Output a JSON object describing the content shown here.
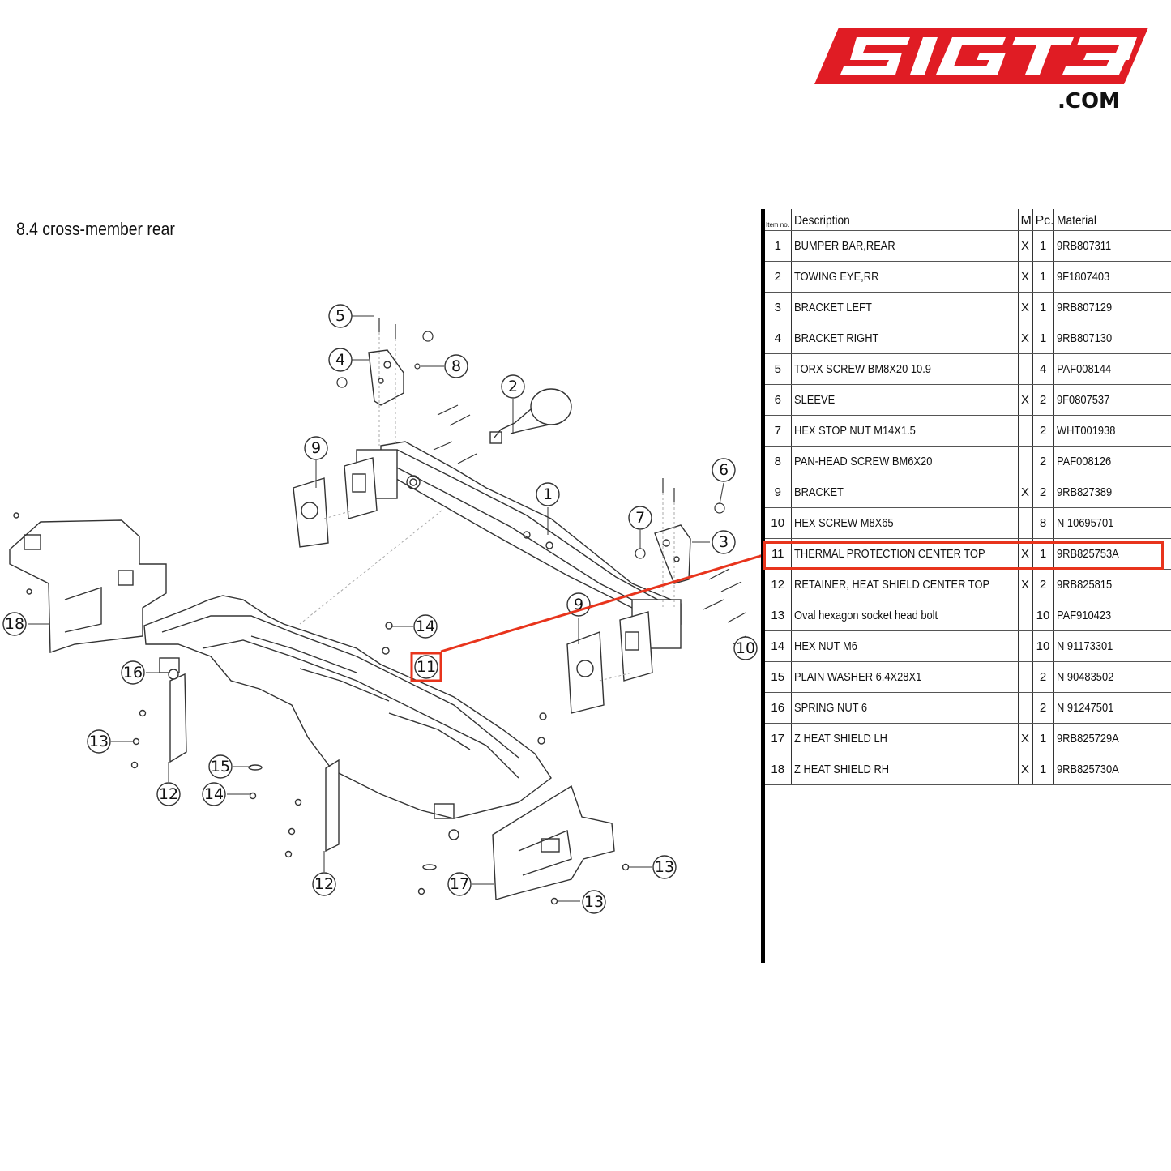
{
  "logo": {
    "brand": "SIGT3",
    "domain": ".COM",
    "color": "#e01c24"
  },
  "section_title": "8.4  cross-member rear",
  "highlight_color": "#e8341c",
  "table": {
    "headers": {
      "item_no": "Item no.",
      "description": "Description",
      "m": "M",
      "pc": "Pc.",
      "material": "Material"
    },
    "rows": [
      {
        "no": "1",
        "description": "BUMPER BAR,REAR",
        "m": "X",
        "pc": "1",
        "material": "9RB807311"
      },
      {
        "no": "2",
        "description": "TOWING EYE,RR",
        "m": "X",
        "pc": "1",
        "material": "9F1807403"
      },
      {
        "no": "3",
        "description": "BRACKET LEFT",
        "m": "X",
        "pc": "1",
        "material": "9RB807129"
      },
      {
        "no": "4",
        "description": "BRACKET RIGHT",
        "m": "X",
        "pc": "1",
        "material": "9RB807130"
      },
      {
        "no": "5",
        "description": "TORX SCREW BM8X20 10.9",
        "m": "",
        "pc": "4",
        "material": "PAF008144"
      },
      {
        "no": "6",
        "description": "SLEEVE",
        "m": "X",
        "pc": "2",
        "material": "9F0807537"
      },
      {
        "no": "7",
        "description": "HEX STOP NUT M14X1.5",
        "m": "",
        "pc": "2",
        "material": "WHT001938"
      },
      {
        "no": "8",
        "description": "PAN-HEAD SCREW BM6X20",
        "m": "",
        "pc": "2",
        "material": "PAF008126"
      },
      {
        "no": "9",
        "description": "BRACKET",
        "m": "X",
        "pc": "2",
        "material": "9RB827389"
      },
      {
        "no": "10",
        "description": "HEX SCREW M8X65",
        "m": "",
        "pc": "8",
        "material": "N 10695701"
      },
      {
        "no": "11",
        "description": "THERMAL PROTECTION CENTER TOP",
        "m": "X",
        "pc": "1",
        "material": "9RB825753A"
      },
      {
        "no": "12",
        "description": "RETAINER, HEAT SHIELD CENTER TOP",
        "m": "X",
        "pc": "2",
        "material": "9RB825815"
      },
      {
        "no": "13",
        "description": "Oval hexagon socket head bolt",
        "m": "",
        "pc": "10",
        "material": "PAF910423"
      },
      {
        "no": "14",
        "description": "HEX NUT M6",
        "m": "",
        "pc": "10",
        "material": "N 91173301"
      },
      {
        "no": "15",
        "description": "PLAIN WASHER 6.4X28X1",
        "m": "",
        "pc": "2",
        "material": "N 90483502"
      },
      {
        "no": "16",
        "description": "SPRING NUT 6",
        "m": "",
        "pc": "2",
        "material": "N 91247501"
      },
      {
        "no": "17",
        "description": "Z HEAT SHIELD LH",
        "m": "X",
        "pc": "1",
        "material": "9RB825729A"
      },
      {
        "no": "18",
        "description": "Z HEAT SHIELD RH",
        "m": "X",
        "pc": "1",
        "material": "9RB825730A"
      }
    ]
  },
  "diagram": {
    "callouts": [
      "5",
      "4",
      "8",
      "2",
      "9",
      "1",
      "6",
      "7",
      "3",
      "18",
      "14",
      "11",
      "9",
      "10",
      "16",
      "13",
      "15",
      "12",
      "14",
      "12",
      "17",
      "13",
      "13"
    ],
    "highlighted_callout": "11"
  }
}
